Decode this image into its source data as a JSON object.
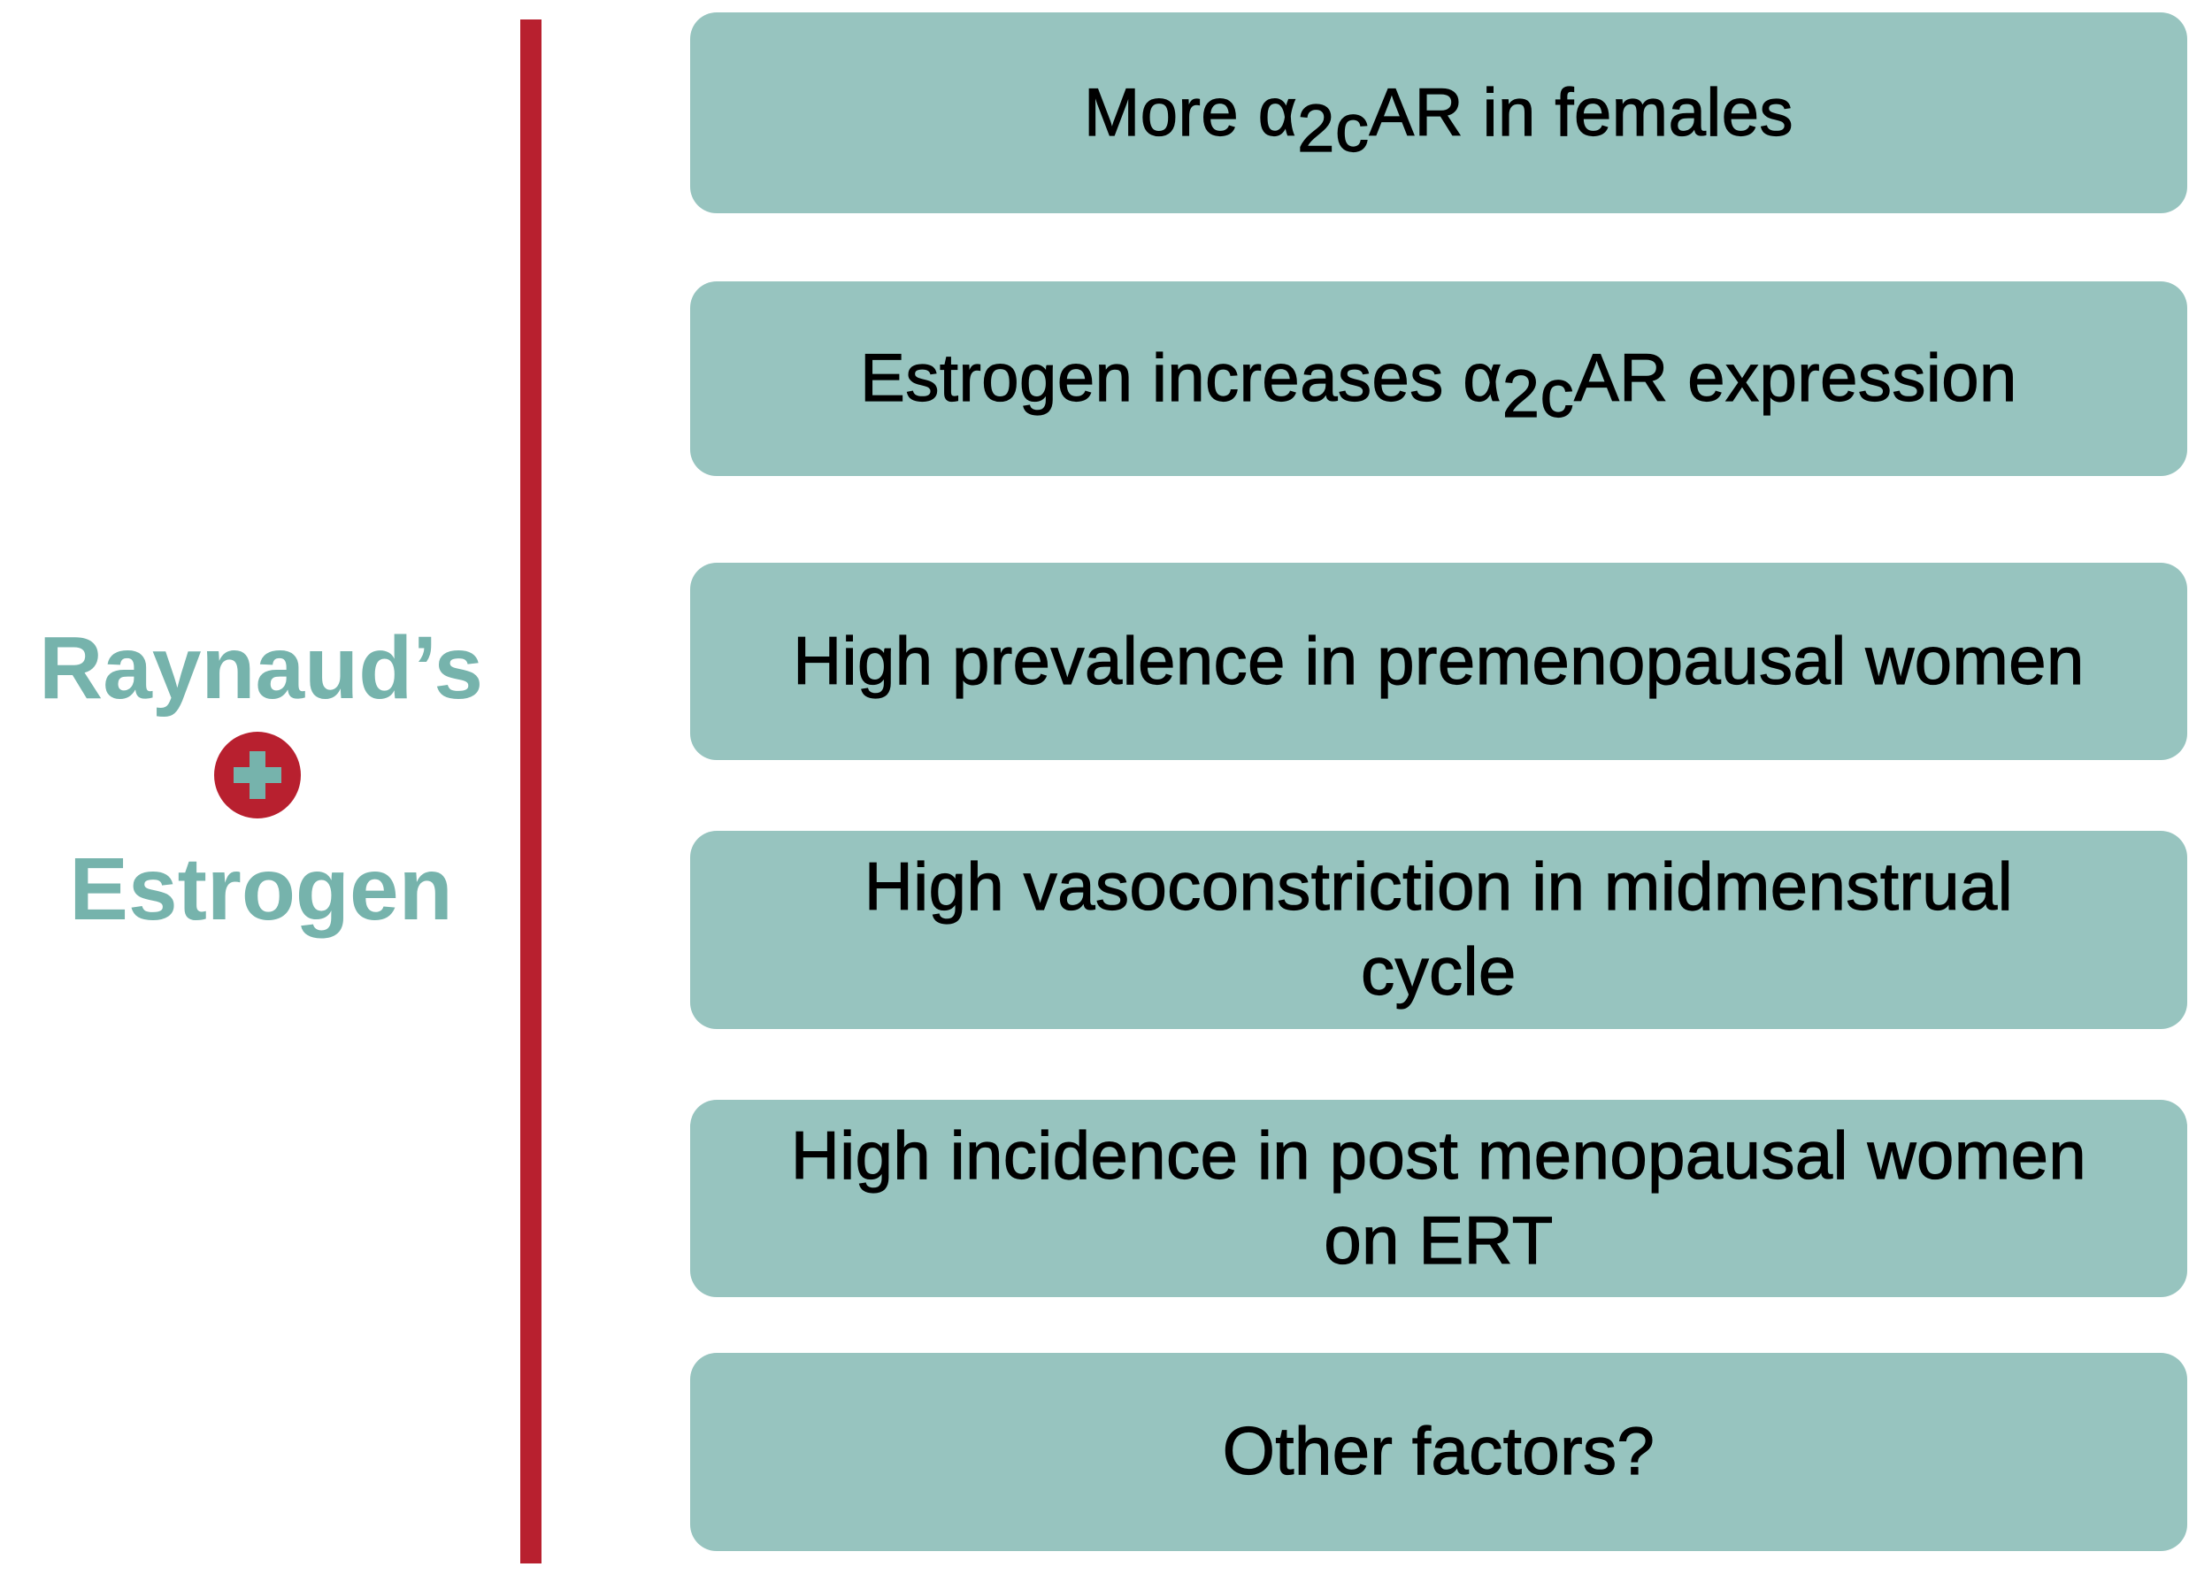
{
  "left": {
    "line1": "Raynaud’s",
    "line2": "Estrogen",
    "plus_icon": "plus-circle-icon"
  },
  "colors": {
    "accent_red": "#b8202f",
    "teal_text": "#76b3ac",
    "box_fill": "#97c4bf",
    "box_text": "#000000"
  },
  "boxes": [
    {
      "pre": "More α",
      "sub": "2c",
      "post": "AR in females"
    },
    {
      "pre": "Estrogen increases α",
      "sub": "2c",
      "post": "AR expression"
    },
    {
      "text": "High prevalence in premenopausal women"
    },
    {
      "text": "High vasoconstriction in midmenstrual\ncycle"
    },
    {
      "text": "High incidence in post menopausal women\non ERT"
    },
    {
      "text": "Other factors?"
    }
  ]
}
